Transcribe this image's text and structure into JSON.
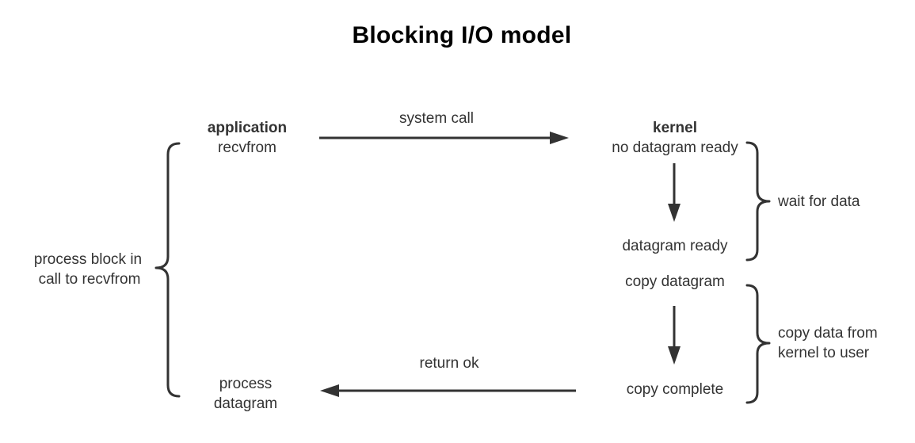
{
  "title": "Blocking I/O model",
  "application": {
    "heading": "application",
    "call": "recvfrom",
    "final_line1": "process",
    "final_line2": "datagram"
  },
  "kernel": {
    "heading": "kernel",
    "not_ready": "no datagram ready",
    "ready": "datagram ready",
    "copy": "copy datagram",
    "complete": "copy complete"
  },
  "messages": {
    "system_call": "system call",
    "return_ok": "return ok"
  },
  "phases": {
    "wait_line1": "wait for data",
    "copy_line1": "copy data from",
    "copy_line2": "kernel to user"
  },
  "block": {
    "line1": "process block in",
    "line2": "call to recvfrom"
  },
  "colors": {
    "stroke": "#333333",
    "text": "#333333",
    "title": "#000000"
  }
}
